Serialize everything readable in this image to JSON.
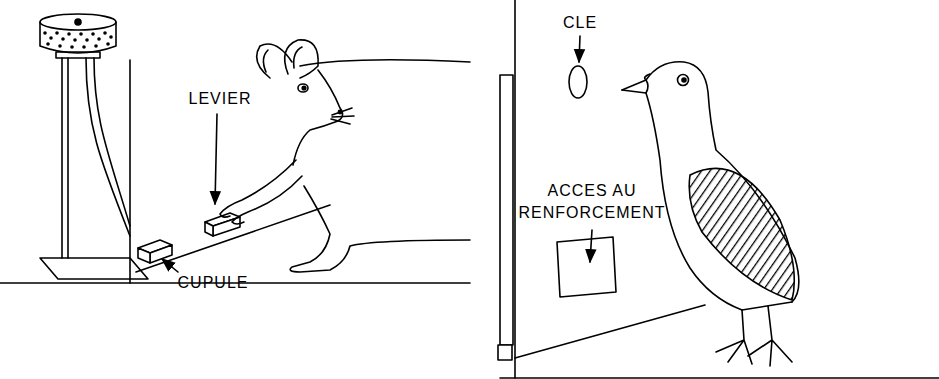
{
  "diagram": {
    "labels": [
      "LEVIER",
      "CUPULE",
      "CLE",
      "ACCES AU RENFORCEMENT"
    ]
  }
}
